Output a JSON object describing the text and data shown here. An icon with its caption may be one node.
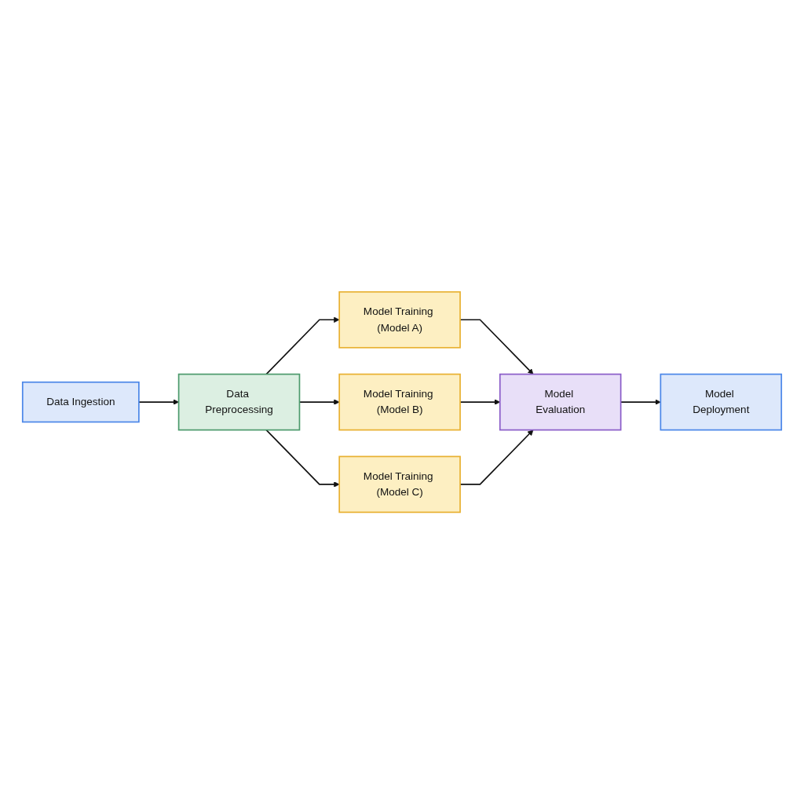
{
  "diagram": {
    "nodes": [
      {
        "text": [
          "Data Ingestion"
        ]
      },
      {
        "text": [
          "Data Preprocessing"
        ]
      },
      {
        "text": [
          "Model Training (Model A)"
        ]
      },
      {
        "text": [
          "Model Training (Model B)"
        ]
      },
      {
        "text": [
          "Model Training (Model C)"
        ]
      },
      {
        "text": [
          "Model Evaluation"
        ]
      },
      {
        "text": [
          "Model Deployment"
        ]
      }
    ],
    "edges": [
      {
        "from": 0,
        "to": 1,
        "arrow": "to"
      },
      {
        "from": 1,
        "to": 2,
        "arrow": "to"
      },
      {
        "from": 1,
        "to": 3,
        "arrow": "to"
      },
      {
        "from": 1,
        "to": 4,
        "arrow": "to"
      },
      {
        "from": 2,
        "to": 5,
        "arrow": "to"
      },
      {
        "from": 3,
        "to": 5,
        "arrow": "to"
      },
      {
        "from": 4,
        "to": 5,
        "arrow": "to"
      },
      {
        "from": 5,
        "to": 6,
        "arrow": "to"
      }
    ]
  }
}
